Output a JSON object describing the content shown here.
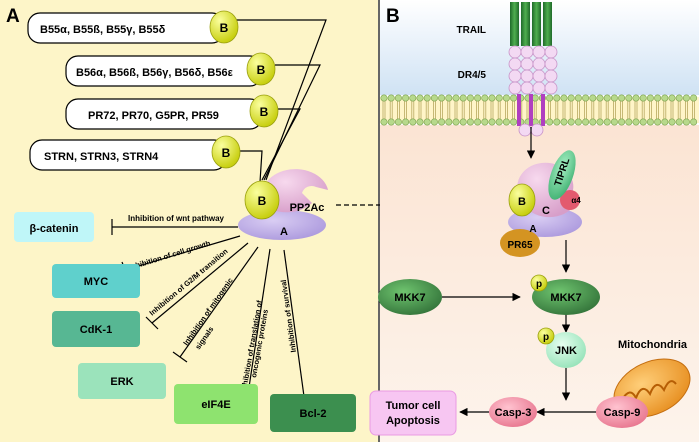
{
  "panel_a": {
    "label": "A",
    "b_subunit_families": [
      "B55α, B55ß, B55γ, B55δ",
      "B56α, B56ß, B56γ, B56δ, B56ε",
      "PR72, PR70, G5PR, PR59",
      "STRN, STRN3, STRN4"
    ],
    "b_letter": "B",
    "holoenzyme": {
      "b": "B",
      "c": "PP2Ac",
      "a": "A"
    },
    "targets": [
      "β-catenin",
      "MYC",
      "CdK-1",
      "ERK",
      "eIF4E",
      "Bcl-2"
    ],
    "inhibitions": [
      "Inhibition of wnt pathway",
      "Inhibition of cell growth",
      "Inhibition of G2/M transition",
      "Inhibition of mitogenic",
      "signals",
      "Inhibition of translation of",
      "oncogenic proteins",
      "Inhibition of survival"
    ]
  },
  "panel_b": {
    "label": "B",
    "ligand": "TRAIL",
    "receptor": "DR4/5",
    "complex": {
      "tiprl": "TIPRL",
      "a4": "α4",
      "b": "B",
      "c": "C",
      "a": "A",
      "pr65": "PR65"
    },
    "kinases": [
      "MKK7",
      "MKK7",
      "JNK"
    ],
    "phospho": "p",
    "mitochondria": "Mitochondria",
    "casp9": "Casp-9",
    "casp3": "Casp-3",
    "apoptosis": [
      "Tumor cell",
      "Apoptosis"
    ]
  },
  "colors": {
    "panel_a_bg": "#fdf5c8",
    "b_ball": "#e2ea2c",
    "green_dark": "#3a7a3a",
    "membrane_head": "#b7d98c",
    "purple": "#b9a4e0"
  }
}
